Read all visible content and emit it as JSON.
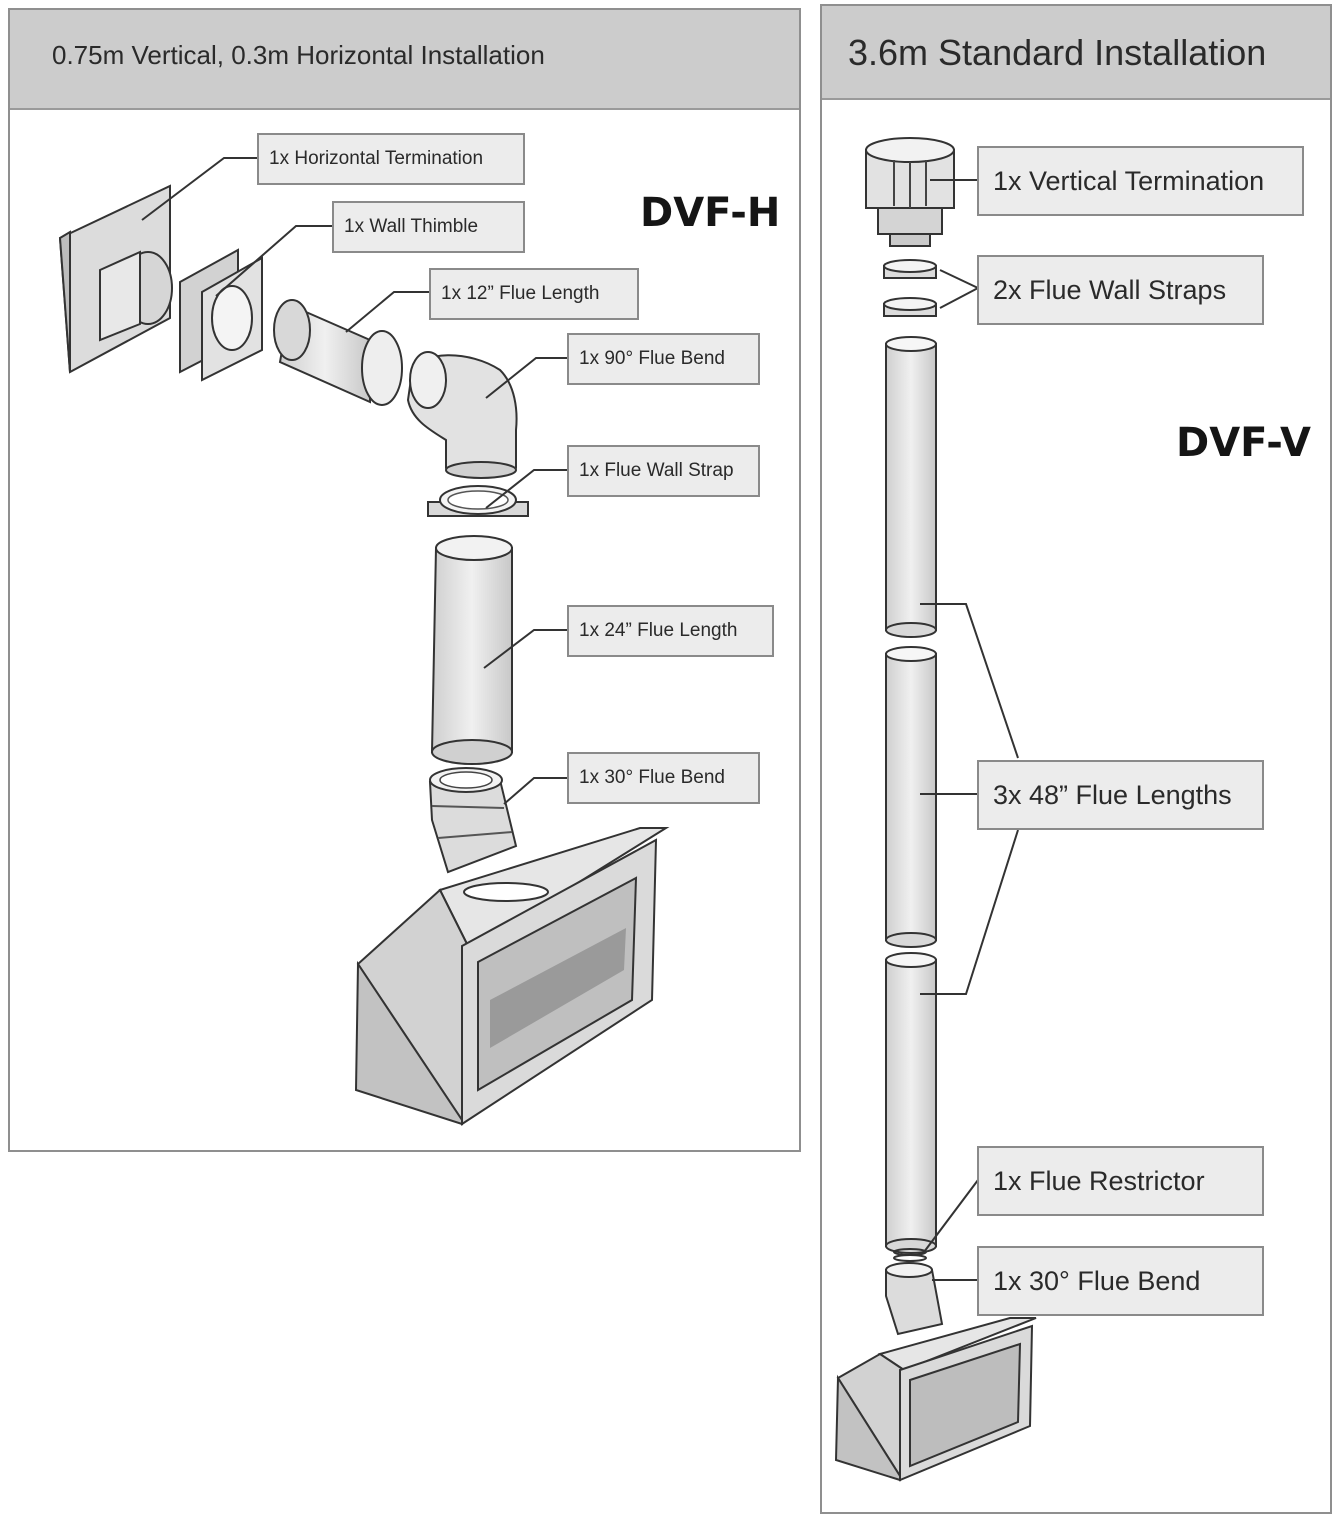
{
  "left_panel": {
    "title": "0.75m Vertical, 0.3m Horizontal Installation",
    "model": "DVF-H",
    "callouts": [
      "1x Horizontal Termination",
      "1x Wall Thimble",
      "1x 12” Flue Length",
      "1x 90° Flue Bend",
      "1x Flue Wall Strap",
      "1x 24” Flue Length",
      "1x 30° Flue Bend"
    ]
  },
  "right_panel": {
    "title": "3.6m Standard Installation",
    "model": "DVF-V",
    "callouts": [
      "1x Vertical Termination",
      "2x Flue Wall Straps",
      "3x 48” Flue Lengths",
      "1x Flue Restrictor",
      "1x 30° Flue Bend"
    ]
  },
  "colors": {
    "header": "#cccccc",
    "callout_fill": "#ececec",
    "part_fill": "#e4e4e4",
    "border": "#8f8f8f"
  }
}
